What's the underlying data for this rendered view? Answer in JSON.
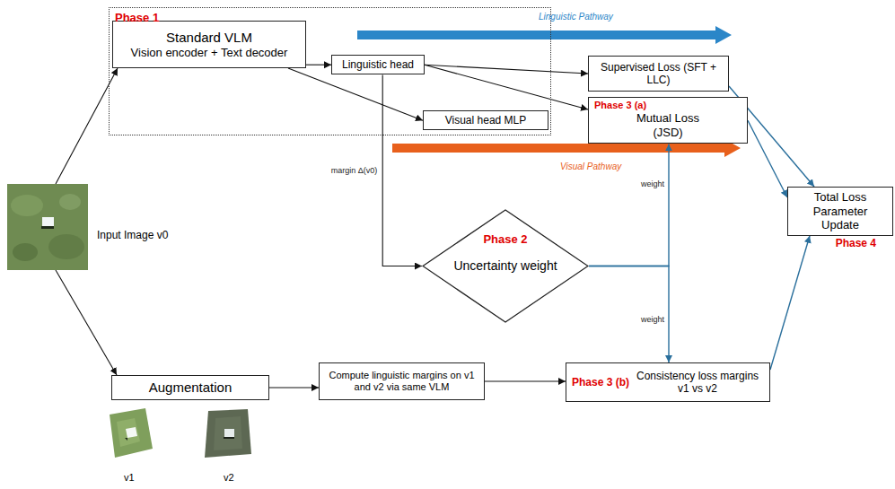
{
  "diagram": {
    "nodes": [
      {
        "text": [
          "Phase 1"
        ]
      },
      {
        "text": [
          "Standard VLM",
          "Vision encoder + Text decoder"
        ],
        "in": 0
      },
      {
        "text": [
          "Linguistic head"
        ],
        "in": 0
      },
      {
        "text": [
          "Visual head MLP"
        ],
        "in": 0
      },
      {
        "text": [
          "Input Image v0"
        ]
      },
      {
        "text": [
          "Supervised Loss (SFT + LLC)"
        ]
      },
      {
        "text": [
          "Phase 3 (a)",
          "Mutual Loss (JSD)"
        ]
      },
      {
        "text": [
          "Phase 2",
          "Uncertainty weight"
        ]
      },
      {
        "text": [
          "Total Loss Parameter Update",
          "Phase 4"
        ]
      },
      {
        "text": [
          "Augmentation"
        ]
      },
      {
        "text": [
          "Compute linguistic margins on v1 and v2 via same VLM"
        ]
      },
      {
        "text": [
          "Phase 3 (b)",
          "Consistency loss margins v1 vs v2"
        ]
      }
    ],
    "edges": [
      {
        "from": 4,
        "to": 1,
        "arrow": "to"
      },
      {
        "from": 4,
        "to": 9,
        "arrow": "to"
      },
      {
        "from": 1,
        "to": 2,
        "arrow": "to"
      },
      {
        "from": 1,
        "to": 3,
        "arrow": "to"
      },
      {
        "from": 2,
        "to": 5,
        "arrow": "to"
      },
      {
        "from": 2,
        "to": 6,
        "arrow": "to"
      },
      {
        "from": 2,
        "to": 7,
        "label": "margin Δ(v0)",
        "arrow": "to"
      },
      {
        "from": 7,
        "to": 6,
        "label": "weight",
        "arrow": "to"
      },
      {
        "from": 7,
        "to": 11,
        "label": "weight",
        "arrow": "to"
      },
      {
        "from": 5,
        "to": 8,
        "arrow": "to"
      },
      {
        "from": 6,
        "to": 8,
        "arrow": "to"
      },
      {
        "from": 11,
        "to": 8,
        "arrow": "to"
      },
      {
        "from": 9,
        "to": 10,
        "arrow": "to"
      },
      {
        "from": 10,
        "to": 11,
        "arrow": "to"
      }
    ],
    "labels": [
      "Linguistic Pathway",
      "Visual Pathway",
      "v1",
      "v2"
    ]
  }
}
